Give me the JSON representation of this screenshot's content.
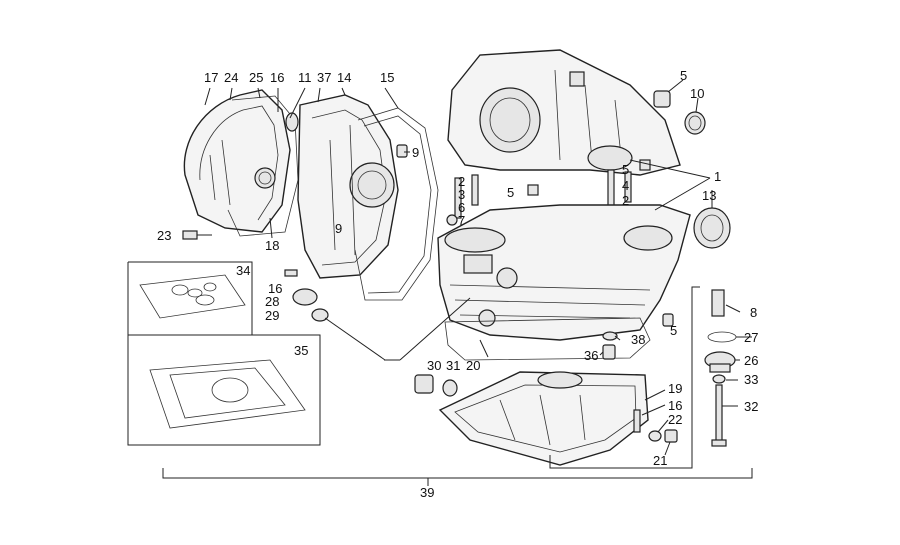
{
  "diagram": {
    "callouts": [
      "17",
      "24",
      "25",
      "16",
      "11",
      "37",
      "14",
      "15",
      "9",
      "5",
      "10",
      "2",
      "3",
      "6",
      "7",
      "5",
      "4",
      "5",
      "2",
      "1",
      "13",
      "23",
      "18",
      "9",
      "34",
      "16",
      "28",
      "29",
      "8",
      "5",
      "27",
      "35",
      "38",
      "36",
      "30",
      "31",
      "20",
      "26",
      "33",
      "19",
      "16",
      "22",
      "32",
      "21",
      "39"
    ]
  }
}
